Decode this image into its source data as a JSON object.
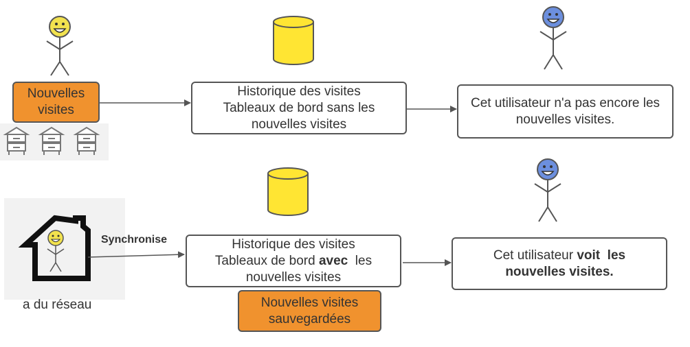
{
  "colors": {
    "accent_orange": "#f0922e",
    "database_yellow": "#ffe533",
    "face_yellow": "#f2e24e",
    "face_blue": "#6c8fde",
    "line": "#555555",
    "house_bg": "#f2f2f2"
  },
  "top_row": {
    "new_visits_box": {
      "line1": "Nouvelles",
      "line2": "visites"
    },
    "history_box": {
      "line1": "Historique des visites",
      "line2": "Tableaux de bord sans les",
      "line3": "nouvelles visites"
    },
    "user_box": {
      "line1": "Cet utilisateur n'a pas encore les",
      "line2": "nouvelles visites."
    },
    "icons": [
      "stick-figure-yellow",
      "beehive-icon",
      "database-icon",
      "stick-figure-blue"
    ]
  },
  "bottom_row": {
    "sync_label": "Synchronise",
    "network_label": "a du réseau",
    "history_box": {
      "line1": "Historique des visites",
      "line2_prefix": "Tableaux de bord ",
      "line2_bold": "avec",
      "line2_suffix": "  les",
      "line3": "nouvelles visites"
    },
    "saved_box": {
      "line1": "Nouvelles visites",
      "line2": "sauvegardées"
    },
    "user_box": {
      "line1_prefix": "Cet utilisateur ",
      "line1_bold": "voit  les",
      "line2_bold": "nouvelles visites."
    },
    "icons": [
      "house-icon",
      "database-icon",
      "stick-figure-blue"
    ]
  }
}
